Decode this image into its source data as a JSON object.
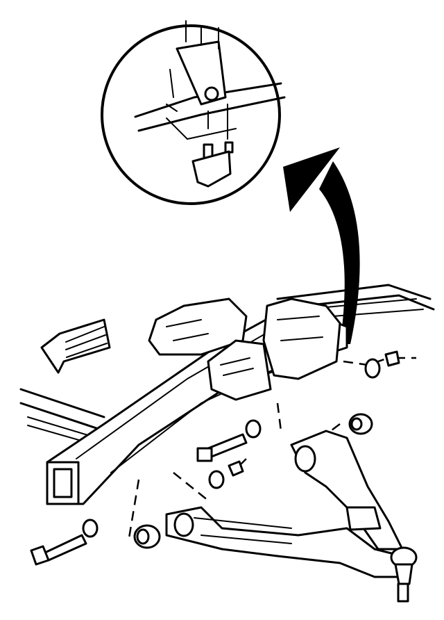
{
  "diagram": {
    "view": "exploded",
    "colors": {
      "line": "#000000",
      "background": "#ffffff"
    },
    "callouts": [
      "detail-circle",
      "curved-arrow-to-detail",
      "direction-arrow"
    ]
  }
}
